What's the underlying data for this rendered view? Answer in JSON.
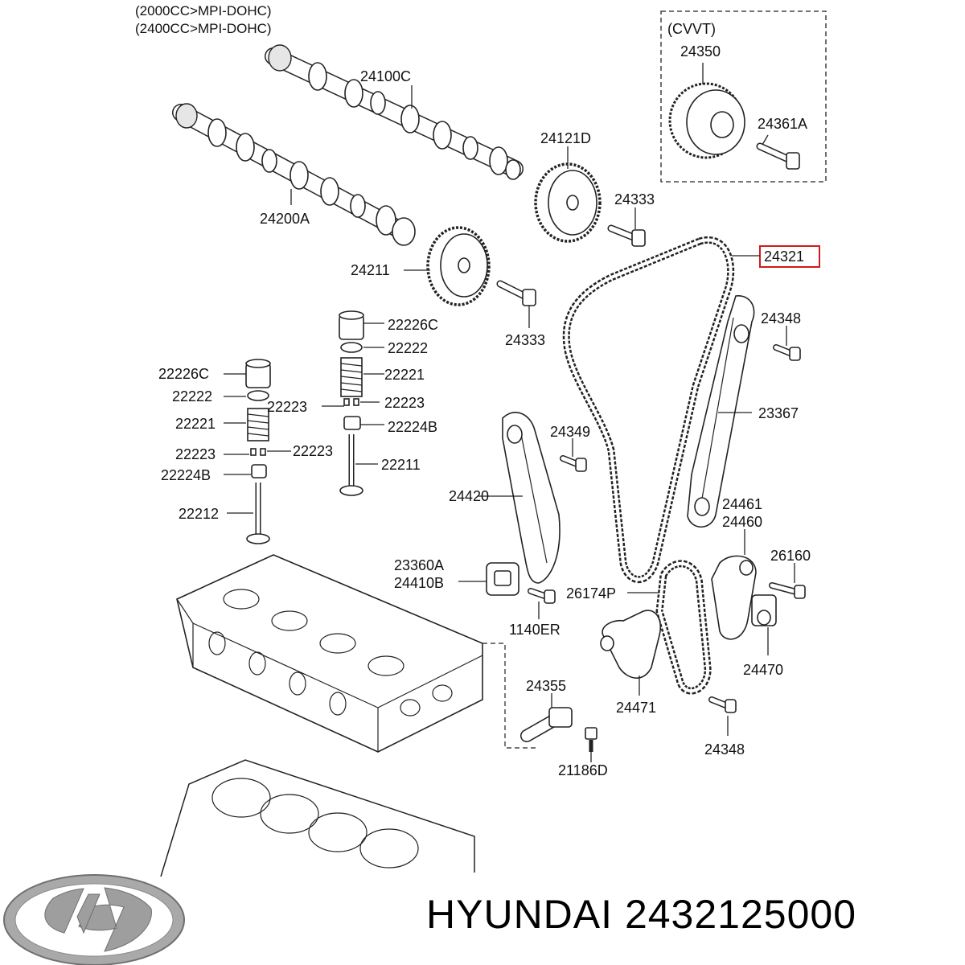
{
  "header": {
    "line1": "(2000CC>MPI-DOHC)",
    "line2": "(2400CC>MPI-DOHC)"
  },
  "cvvt_box": {
    "title": "(CVVT)",
    "labels": [
      "24350",
      "24361A"
    ]
  },
  "callouts": {
    "c24100C": "24100C",
    "c24200A": "24200A",
    "c24121D": "24121D",
    "c24333a": "24333",
    "c24321": "24321",
    "c24211": "24211",
    "c24333b": "24333",
    "c24348a": "24348",
    "c22226C_r": "22226C",
    "c22222_r": "22222",
    "c22221_r": "22221",
    "c22223_r": "22223",
    "c22224B_r": "22224B",
    "c22211": "22211",
    "c22226C_l": "22226C",
    "c22222_l": "22222",
    "c22223_ml": "22223",
    "c22221_l": "22221",
    "c22223_l": "22223",
    "c22223_lm": "22223",
    "c22224B_l": "22224B",
    "c22212": "22212",
    "c23367": "23367",
    "c24349": "24349",
    "c24420": "24420",
    "c24461": "24461",
    "c24460": "24460",
    "c26160": "26160",
    "c23360A": "23360A",
    "c24410B": "24410B",
    "c26174P": "26174P",
    "c1140ER": "1140ER",
    "c24470": "24470",
    "c24355": "24355",
    "c24471": "24471",
    "c24348b": "24348",
    "c21186D": "21186D"
  },
  "highlight": {
    "part": "24321",
    "color": "#d11a1a"
  },
  "brand": {
    "name": "HYUNDAI",
    "part_number": "2432125000",
    "text": "HYUNDAI 2432125000",
    "logo_icon": "hyundai-logo-icon"
  }
}
